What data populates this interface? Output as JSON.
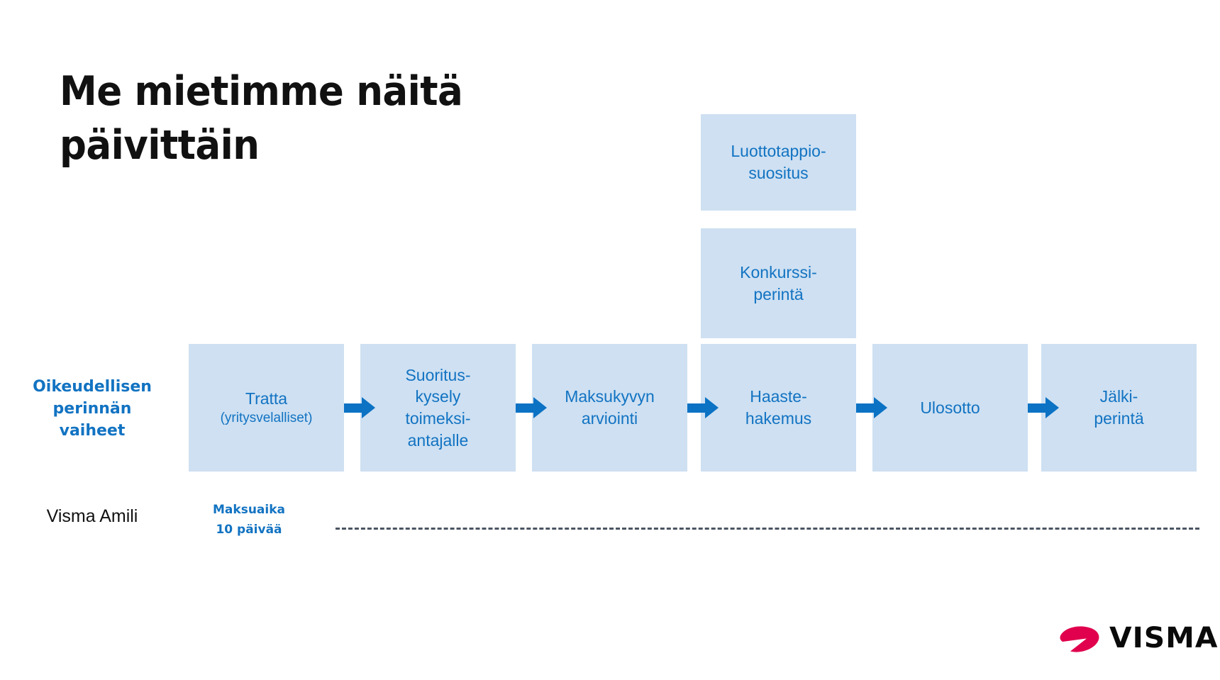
{
  "slide": {
    "title": "Me mietimme näitä\npäivittäin",
    "background_color": "#FFFFFF"
  },
  "colors": {
    "box_fill": "#CEE0F2",
    "box_text": "#1273C2",
    "arrow": "#0B72C4",
    "title_text": "#111111",
    "dash_line": "#4B5563",
    "brand_crimson": "#E0004D",
    "brand_black": "#0A0A0A"
  },
  "rows": {
    "legal_label": "Oikeudellisen\nperinnän\nvaiheet",
    "amili_label": "Visma Amili"
  },
  "process": {
    "steps": [
      {
        "label": "Tratta",
        "sublabel": "(yritysvelalliset)"
      },
      {
        "label": "Suoritus-\nkysely\ntoimeksi-\nantajalle",
        "sublabel": ""
      },
      {
        "label": "Maksukyvyn\narviointi",
        "sublabel": ""
      },
      {
        "label": "Haaste-\nhakemus",
        "sublabel": ""
      },
      {
        "label": "Ulosotto",
        "sublabel": ""
      },
      {
        "label": "Jälki-\nperintä",
        "sublabel": ""
      }
    ],
    "arrow_count": 5,
    "arrow_icon": "arrow-right-icon"
  },
  "branches": {
    "above_step_4": [
      {
        "label": "Luottotappio-\nsuositus"
      },
      {
        "label": "Konkurssi-\nperintä"
      }
    ]
  },
  "timeline": {
    "payment_term": "Maksuaika\n10 päivää",
    "line_style": "dashed"
  },
  "logo": {
    "wordmark": "VISMA",
    "mark_icon": "visma-swoosh-icon"
  }
}
